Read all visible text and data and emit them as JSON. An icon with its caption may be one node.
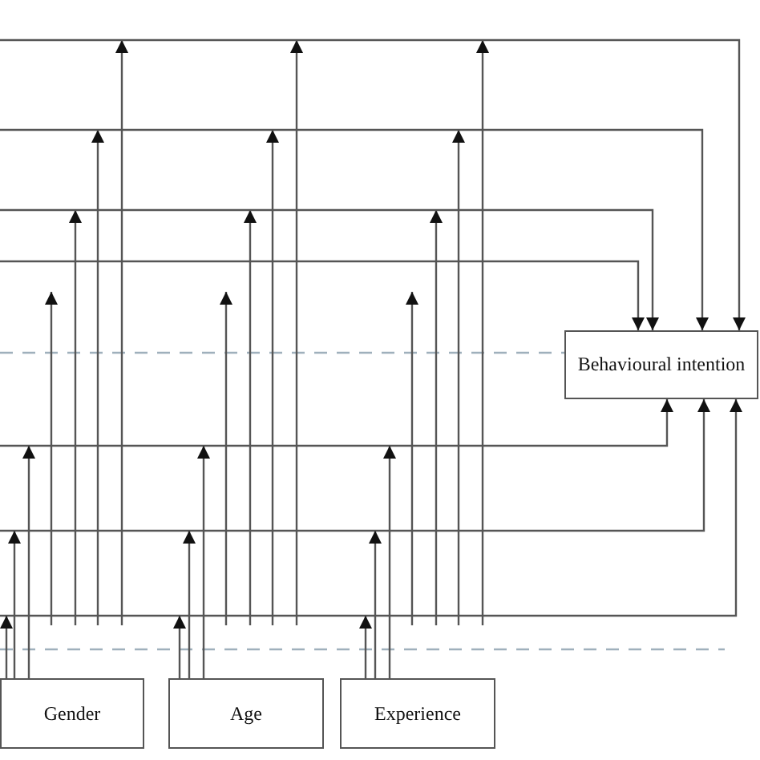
{
  "diagram": {
    "nodes": [
      {
        "text": [
          "Behavioural intention"
        ]
      },
      {
        "text": [
          "Gender"
        ]
      },
      {
        "text": [
          "Age"
        ]
      },
      {
        "text": [
          "Experience"
        ]
      }
    ],
    "edges": [
      {
        "from": null,
        "to": 0,
        "arrow": "to"
      },
      {
        "from": null,
        "to": 0,
        "arrow": "to"
      },
      {
        "from": null,
        "to": 0,
        "arrow": "to"
      },
      {
        "from": null,
        "to": 0,
        "arrow": "to"
      },
      {
        "from": null,
        "to": 0,
        "arrow": "to"
      },
      {
        "from": null,
        "to": 0,
        "arrow": "to"
      },
      {
        "from": null,
        "to": 0,
        "arrow": "to"
      },
      {
        "from": 1,
        "to": null,
        "arrow": "to"
      },
      {
        "from": 1,
        "to": null,
        "arrow": "to"
      },
      {
        "from": 1,
        "to": null,
        "arrow": "to"
      },
      {
        "from": 2,
        "to": null,
        "arrow": "to"
      },
      {
        "from": 2,
        "to": null,
        "arrow": "to"
      },
      {
        "from": 2,
        "to": null,
        "arrow": "to"
      },
      {
        "from": 3,
        "to": null,
        "arrow": "to"
      },
      {
        "from": 3,
        "to": null,
        "arrow": "to"
      },
      {
        "from": 3,
        "to": null,
        "arrow": "to"
      }
    ]
  }
}
